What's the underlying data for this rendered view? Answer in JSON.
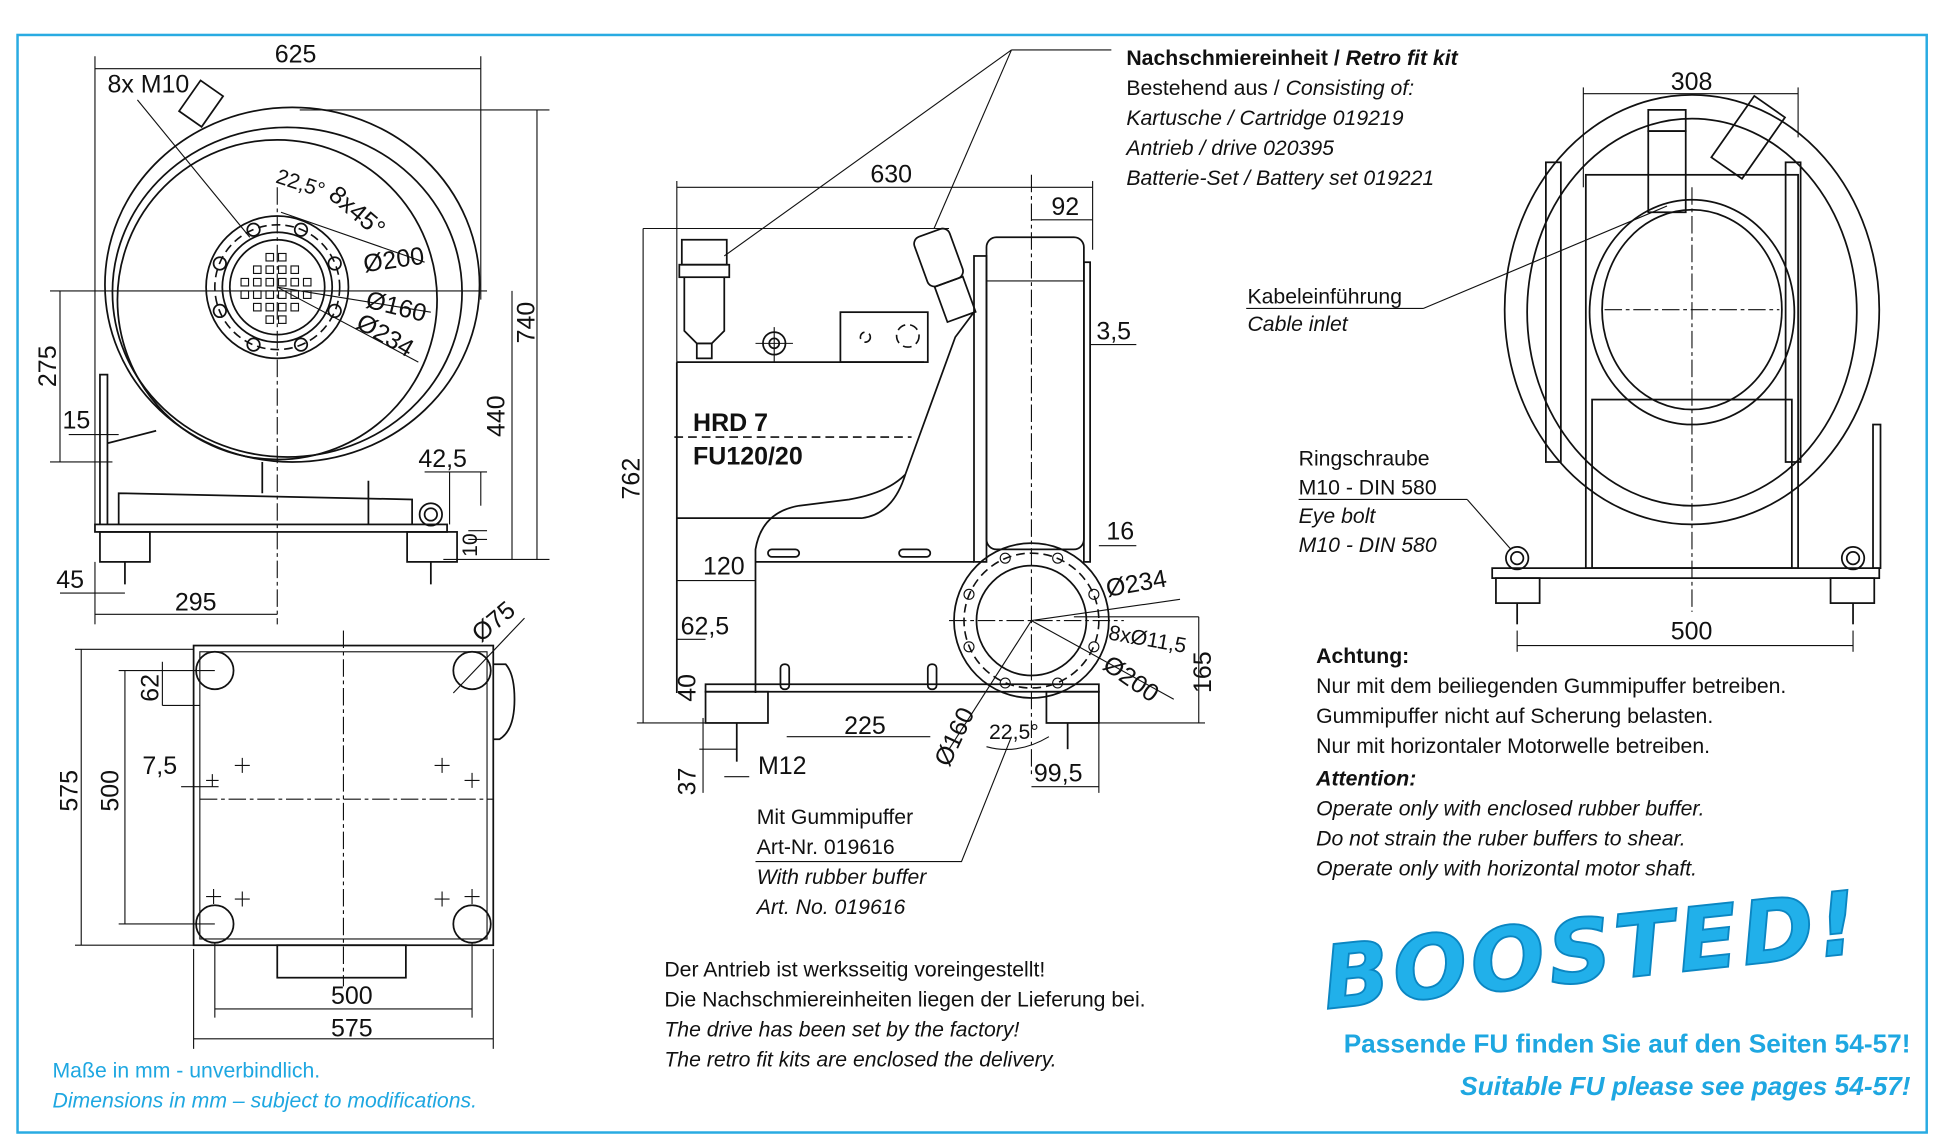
{
  "colors": {
    "frame": "#29abe2",
    "accent_text": "#1ea7e1",
    "logo": "#21b0ea"
  },
  "front_view": {
    "dim_width": "625",
    "bolts": "8x M10",
    "angle": "22,5°",
    "pattern": "8x45°",
    "d200": "Ø200",
    "d160": "Ø160",
    "d234": "Ø234",
    "height": "740",
    "dim_275": "275",
    "dim_440": "440",
    "dim_15": "15",
    "dim_42_5": "42,5",
    "dim_10": "10",
    "dim_45": "45",
    "dim_295": "295"
  },
  "top_view": {
    "d75": "Ø75",
    "dim_62": "62",
    "dim_575_v": "575",
    "dim_500_v": "500",
    "dim_7_5": "7,5",
    "dim_500_h": "500",
    "dim_575_h": "575"
  },
  "side_view": {
    "dim_630": "630",
    "dim_92": "92",
    "dim_3_5": "3,5",
    "dim_762": "762",
    "model_line1": "HRD 7",
    "model_line2": "FU120/20",
    "dim_120": "120",
    "dim_16": "16",
    "d234": "Ø234",
    "dim_62_5": "62,5",
    "holes": "8xØ11,5",
    "d200": "Ø200",
    "dim_165": "165",
    "dim_40": "40",
    "dim_225": "225",
    "d160": "Ø160",
    "angle": "22,5°",
    "dim_37": "37",
    "thread": "M12",
    "dim_99_5": "99,5"
  },
  "retrofit": {
    "title_de": "Nachschmiereinheit / ",
    "title_en": "Retro fit kit",
    "line1_de": "Bestehend aus / ",
    "line1_en": "Consisting of:",
    "line2": "Kartusche / Cartridge 019219",
    "line3": "Antrieb / drive 020395",
    "line4": "Batterie-Set / Battery set 019221"
  },
  "rubber_buffer": {
    "line1": "Mit Gummipuffer",
    "line2": "Art-Nr. 019616",
    "line3": "With rubber buffer",
    "line4": "Art. No. 019616"
  },
  "rear_view": {
    "dim_308": "308",
    "cable_de": "Kabeleinführung",
    "cable_en": "Cable inlet",
    "eyebolt_de": "Ringschraube",
    "eyebolt_spec_de": "M10 - DIN 580",
    "eyebolt_en": "Eye bolt",
    "eyebolt_spec_en": "M10 - DIN 580",
    "dim_500": "500"
  },
  "drive_note": {
    "line1": "Der Antrieb ist werksseitig voreingestellt!",
    "line2": "Die Nachschmiereinheiten liegen der Lieferung bei.",
    "line3": "The drive has been set by the factory!",
    "line4": "The retro fit kits are enclosed the delivery."
  },
  "warning": {
    "title_de": "Achtung:",
    "de": [
      "Nur mit dem beiliegenden Gummipuffer betreiben.",
      "Gummipuffer nicht auf Scherung belasten.",
      "Nur mit horizontaler Motorwelle betreiben."
    ],
    "title_en": "Attention:",
    "en": [
      "Operate only with enclosed rubber buffer.",
      "Do not strain the ruber buffers to shear.",
      "Operate only with horizontal motor shaft."
    ]
  },
  "footer": {
    "units_de": "Maße in mm - unverbindlich.",
    "units_en": "Dimensions in mm – subject to modifications.",
    "fu_de": "Passende FU finden Sie auf den Seiten 54-57!",
    "fu_en": "Suitable FU please see pages 54-57!",
    "logo": "BOOSTED!"
  }
}
